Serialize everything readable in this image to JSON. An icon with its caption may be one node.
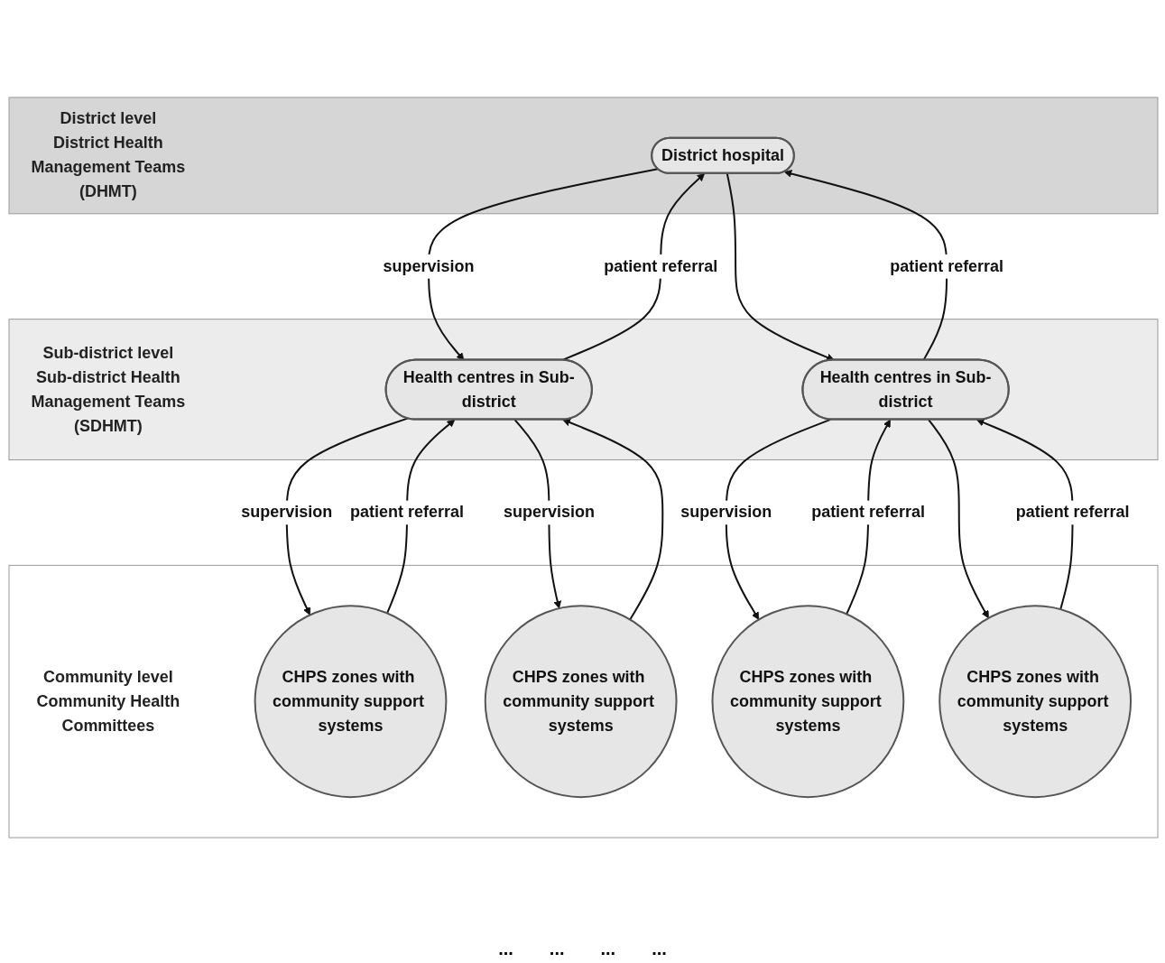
{
  "diagram": {
    "nodes": [
      {
        "text": [
          "District level",
          "District Health Management Teams",
          "(DHMT)"
        ]
      },
      {
        "text": [
          "District hospital"
        ],
        "in": 0
      },
      {
        "text": [
          "Sub-district level",
          "Sub-district Health Management Teams",
          "(SDHMT)"
        ]
      },
      {
        "text": [
          "Health centres in Sub-district"
        ],
        "in": 2
      },
      {
        "text": [
          "Health centres in Sub-district"
        ],
        "in": 2
      },
      {
        "text": [
          "Community level",
          "Community Health Committees"
        ]
      },
      {
        "text": [
          "CHPS zones with community support systems"
        ],
        "in": 5
      },
      {
        "text": [
          "CHPS zones with community support systems"
        ],
        "in": 5
      },
      {
        "text": [
          "CHPS zones with community support systems"
        ],
        "in": 5
      },
      {
        "text": [
          "CHPS zones with community support systems"
        ],
        "in": 5
      }
    ],
    "edges": [
      {
        "from": 1,
        "to": 3,
        "arrow": "to",
        "label": "supervision"
      },
      {
        "from": 3,
        "to": 1,
        "arrow": "to",
        "label": "patient referral"
      },
      {
        "from": 1,
        "to": 4,
        "arrow": "to"
      },
      {
        "from": 4,
        "to": 1,
        "arrow": "to",
        "label": "patient referral"
      },
      {
        "from": 3,
        "to": 6,
        "arrow": "to",
        "label": "supervision"
      },
      {
        "from": 6,
        "to": 3,
        "arrow": "to",
        "label": "patient referral"
      },
      {
        "from": 7,
        "to": 3,
        "arrow": "to"
      },
      {
        "from": 3,
        "to": 7,
        "arrow": "to",
        "label": "supervision"
      },
      {
        "from": 8,
        "to": 4,
        "arrow": "to",
        "label": "patient referral"
      },
      {
        "from": 4,
        "to": 8,
        "arrow": "to",
        "label": "supervision"
      },
      {
        "from": 4,
        "to": 9,
        "arrow": "to"
      },
      {
        "from": 9,
        "to": 4,
        "arrow": "to",
        "label": "patient referral"
      }
    ],
    "labels": [
      "...",
      "...",
      "...",
      "..."
    ]
  }
}
